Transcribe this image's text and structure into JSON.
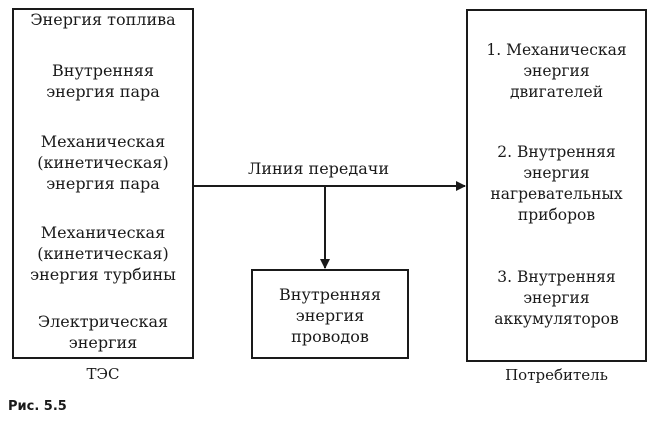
{
  "tes": {
    "label": "ТЭС",
    "steps": [
      [
        "Энергия топлива"
      ],
      [
        "Внутренняя",
        "энергия пара"
      ],
      [
        "Механическая",
        "(кинетическая)",
        "энергия пара"
      ],
      [
        "Механическая",
        "(кинетическая)",
        "энергия турбины"
      ],
      [
        "Электрическая",
        "энергия"
      ]
    ]
  },
  "transmission_label": "Линия передачи",
  "wires": {
    "lines": [
      "Внутренняя",
      "энергия",
      "проводов"
    ]
  },
  "consumer": {
    "label": "Потребитель",
    "items": [
      [
        "1. Механическая",
        "энергия",
        "двигателей"
      ],
      [
        "2. Внутренняя",
        "энергия",
        "нагревательных",
        "приборов"
      ],
      [
        "3. Внутренняя",
        "энергия",
        "аккумуляторов"
      ]
    ]
  },
  "figure_caption": "Рис. 5.5"
}
